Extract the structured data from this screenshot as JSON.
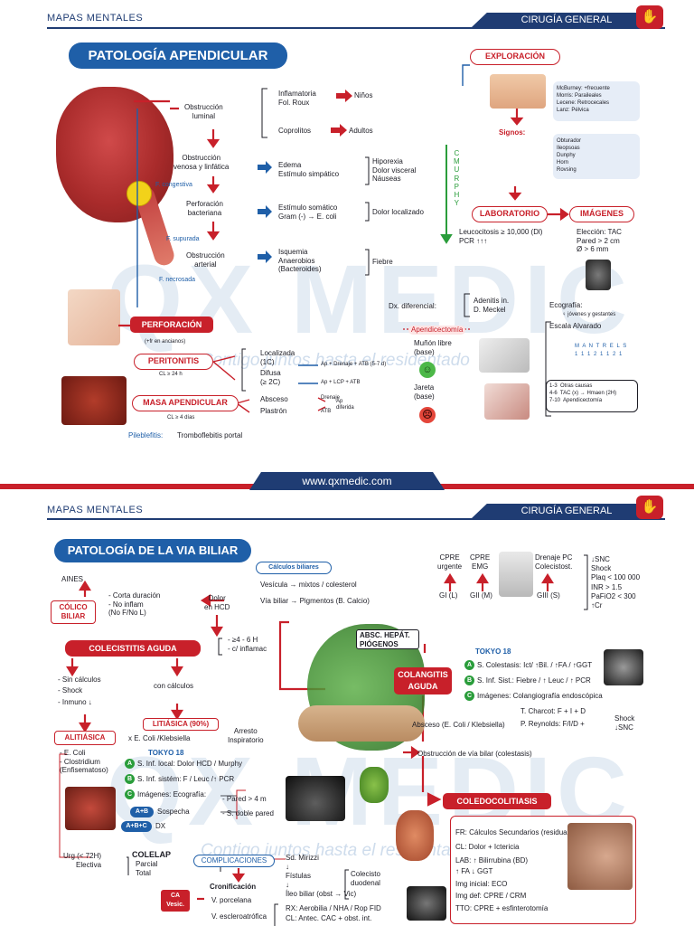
{
  "header": {
    "left": "MAPAS MENTALES",
    "right": "CIRUGÍA GENERAL",
    "logo_icon": "scalpel-hand-icon"
  },
  "watermark": {
    "brand": "QX MEDIC",
    "tagline": "Contigo juntos hasta el residentado"
  },
  "footer": {
    "url": "www.qxmedic.com"
  },
  "page1": {
    "title": "PATOLOGÍA APENDICULAR",
    "stages": {
      "obstruccion_luminal": "Obstrucción\nluminal",
      "obstruccion_venosa": "Obstrucción\nvenosa y linfática",
      "perforacion_bacteriana": "Perforación\nbacteriana",
      "obstruccion_arterial": "Obstrucción\narterial"
    },
    "phases": {
      "congestivo": "F. congestiva",
      "supurada": "F. supurada",
      "necrosada": "F. necrosada"
    },
    "causes": {
      "inflamatoria": "Inflamatoria\nFol. Roux",
      "ninos": "Niños",
      "coprolitos": "Coprolitos",
      "adultos": "Adultos",
      "edema": "Edema\nEstímulo simpático",
      "hiporexia": "Hiporexia\nDolor visceral\nNáuseas",
      "estimulo_somatico": "Estímulo somático\nGram (-) → E. coli",
      "dolor_localizado": "Dolor localizado",
      "isquemia": "Isquemia\nAnaerobios\n(Bacteroides)",
      "fiebre": "Fiebre"
    },
    "perforacion": {
      "label": "PERFORACIÓN",
      "note": "(+fr en ancianos)"
    },
    "peritonitis": {
      "label": "PERITONITIS",
      "time": "CL ≥ 24 h",
      "localizada": "Localizada\n(1C)",
      "difusa": "Difusa\n(≥ 2C)",
      "tx_localizada": "Ap + Drenaje + ATB (5-7 d)",
      "tx_difusa": "Ap + LCP + ATB"
    },
    "masa": {
      "label": "MASA APENDICULAR",
      "time": "CL ≥ 4 días",
      "absceso": "Absceso",
      "plastron": "Plastrón",
      "drenaje": "Drenaje",
      "atb": "ATB",
      "ap_diferida": "Ap\ndiferida"
    },
    "pileblefitis": {
      "label": "Pileblefitis:",
      "text": "Tromboflebitis portal"
    },
    "murphy": "C\nM\nU\nR\nP\nH\nY",
    "exploracion": {
      "label": "EXPLORACIÓN",
      "signs_main": "McBurney: +frecuente\nMorris: Paraileales\nLecene: Retrocecales\nLanz: Pélvica",
      "signos_label": "Signos:",
      "signs_other": "Obturador\nIleopsoas\nDunphy\nHorn\nRovsing"
    },
    "laboratorio": {
      "label": "LABORATORIO",
      "text": "Leucocitosis ≥ 10,000 (Dl)\nPCR ↑↑↑"
    },
    "imagenes": {
      "label": "IMÁGENES",
      "text": "Elección: TAC\nPared > 2 cm\nØ > 6 mm"
    },
    "dx_diferencial": {
      "label": "Dx. diferencial:",
      "items": "Adenitis in.\nD. Meckel",
      "ecografia": "Ecografía:",
      "ecografia_note": "♀ jóvenes y gestantes"
    },
    "alvarado": {
      "label": "Escala Alvarado",
      "mantrels": "M A N T R E L S",
      "scores": "1 1 1 2 1 1 2 1",
      "ranges": "1-3  Otras causas\n4-6  TAC (x) → Hmaen (2H)\n7-10  Apendicectomía"
    },
    "apendicectomia": {
      "label": "Apendicectomía",
      "munon": "Muñón libre\n(base)",
      "jareta": "Jareta\n(base)"
    }
  },
  "page2": {
    "title": "PATOLOGÍA DE LA VIA BILIAR",
    "calculos": {
      "label": "Cálculos biliares",
      "line1": "Vesícula → mixtos / colesterol",
      "line2": "Vía biliar → Pigmentos (B. Calcio)"
    },
    "aines": "AINES",
    "colico": {
      "label": "CÓLICO\nBILIAR",
      "text": "- Corta duración\n- No inflam\n(No F/No L)"
    },
    "dolor_hcd": "Dolor\nen HCD",
    "colecistitis": {
      "label": "COLECISTITIS AGUDA",
      "criteria": "- ≥4 - 6 H\n- c/ inflamac",
      "sin_calculos": "- Sin cálculos\n- Shock\n- Inmuno ↓",
      "con_calculos": "con cálculos"
    },
    "alitiasica": {
      "label": "ALITIÁSICA",
      "text": "- E. Coli\n- Clostridium\n(Enfisematoso)"
    },
    "litiasica": {
      "label": "LITIÁSICA (90%)",
      "germ": "x E. Coli /Klebsiella",
      "arresto": "Arresto\nInspiratorio"
    },
    "tokyo_left": {
      "label": "TOKYO 18",
      "a": "S. Inf. local: Dolor HCD / Murphy",
      "b": "S. Inf. sistém: F / Leuc /↑ PCR",
      "c": "Imágenes: Ecografía:",
      "c_detail": "- Pared > 4 m\n- S. doble pared",
      "ab": "A+B",
      "ab_text": "Sospecha",
      "abc": "A+B+C",
      "abc_text": "DX"
    },
    "tratamiento": {
      "urg": "Urg (< 72H)\nElectiva",
      "colelap": "COLELAP",
      "types": "Parcial\nTotal"
    },
    "complicaciones": {
      "label": "COMPLICACIONES",
      "items": "Sd. Mirizzi\n↓\nFístulas\n↓\nÍleo biliar (obst → Vic)",
      "colecisto": "Colecisto\nduodenal",
      "rx": "RX: Aerobilia / NHA / Rop FID",
      "cl": "CL: Antec. CAC + obst. int."
    },
    "cronificacion": {
      "label": "Cronificación",
      "ca": "CA\nVesic.",
      "items": "V. porcelana\n\nV. escleroatrófica"
    },
    "absc_hepat": "ABSC. HEPÁT.\nPIÓGENOS",
    "colangitis": {
      "label": "COLANGITIS\nAGUDA",
      "tokyo": "TOKYO 18",
      "a": "S. Colestasis: Ict/ ↑Bil. / ↑FA / ↑GGT",
      "b": "S. Inf. Sist.: Fiebre / ↑ Leuc / ↑ PCR",
      "c": "Imágenes: Colangiografía endoscópica",
      "charcot": "T. Charcot: F + I + D",
      "reynolds": "P. Reynolds: F/I/D +",
      "reynolds_extra": "Shock\n↓SNC",
      "absceso": "Absceso (E. Coli / Klebsiella)"
    },
    "grades": {
      "cpre_urg": "CPRE\nurgente",
      "cpre_emg": "CPRE\nEMG",
      "drenaje": "Drenaje PC\nColecistost.",
      "gi": "GI (L)",
      "gii": "GII (M)",
      "giii": "GIII (S)",
      "criteria": "↓SNC\nShock\nPlaq < 100 000\nINR > 1.5\nPaFiO2 < 300\n↑Cr"
    },
    "obstruccion": "Obstrucción de vía bilar (colestasis)",
    "coledocolitiasis": {
      "label": "COLEDOCOLITIASIS",
      "fr": "FR: Cálculos Secundarios (residual)",
      "cl": "CL: Dolor + Ictericia",
      "lab": "LAB: ↑ Bilirrubina (BD)\n↑ FA ↓ GGT",
      "img_inicial": "Img inicial: ECO",
      "img_def": "Img def: CPRE / CRM",
      "tto": "TTO: CPRE + esfinterotomía"
    }
  }
}
